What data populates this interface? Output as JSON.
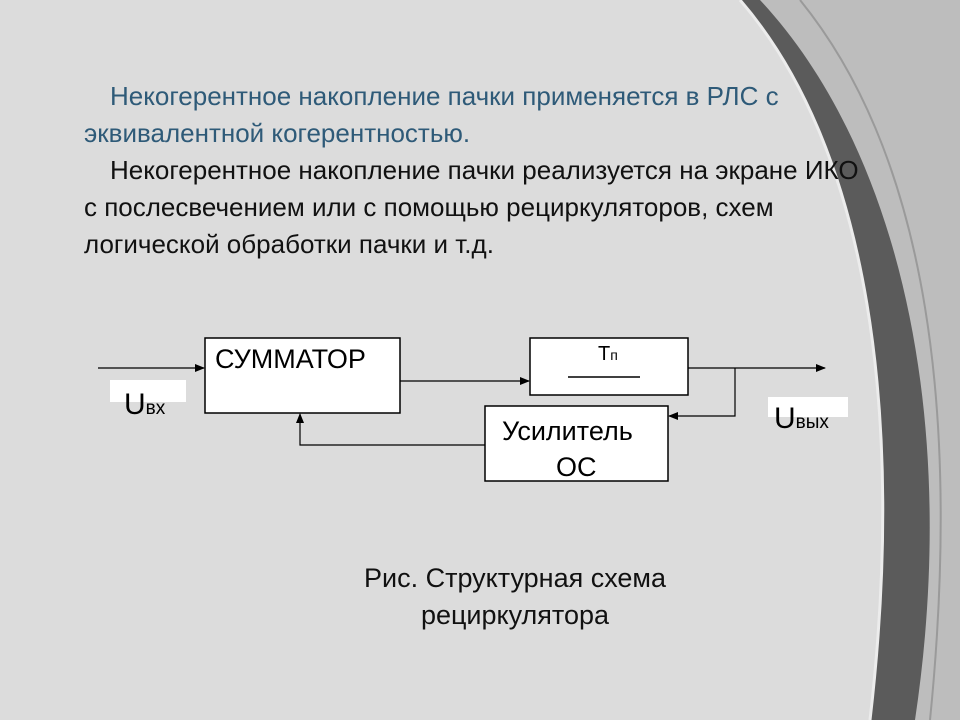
{
  "text": {
    "paragraph1": "Некогерентное накопление пачки применяется в РЛС с эквивалентной когерентностью.",
    "paragraph2": "Некогерентное накопление пачки реализуется на экране ИКО с послесвечением или с помощью рециркуляторов, схем логической обработки пачки и т.д."
  },
  "diagram": {
    "summator_label": "СУММАТОР",
    "delay_label_main": "Т",
    "delay_label_sub": "п",
    "amplifier_label_line1": "Усилитель",
    "amplifier_label_line2": "ОС",
    "input_label_main": "U",
    "input_label_sub": "вх",
    "output_label_main": "U",
    "output_label_sub": "вых"
  },
  "caption": {
    "line1": "Рис. Структурная схема",
    "line2": "рециркулятора"
  },
  "colors": {
    "slide_background": "#dcdcdc",
    "backdrop": "#5b5b5b",
    "title_text": "#2e5a78",
    "body_text": "#111111",
    "block_fill": "#ffffff"
  }
}
